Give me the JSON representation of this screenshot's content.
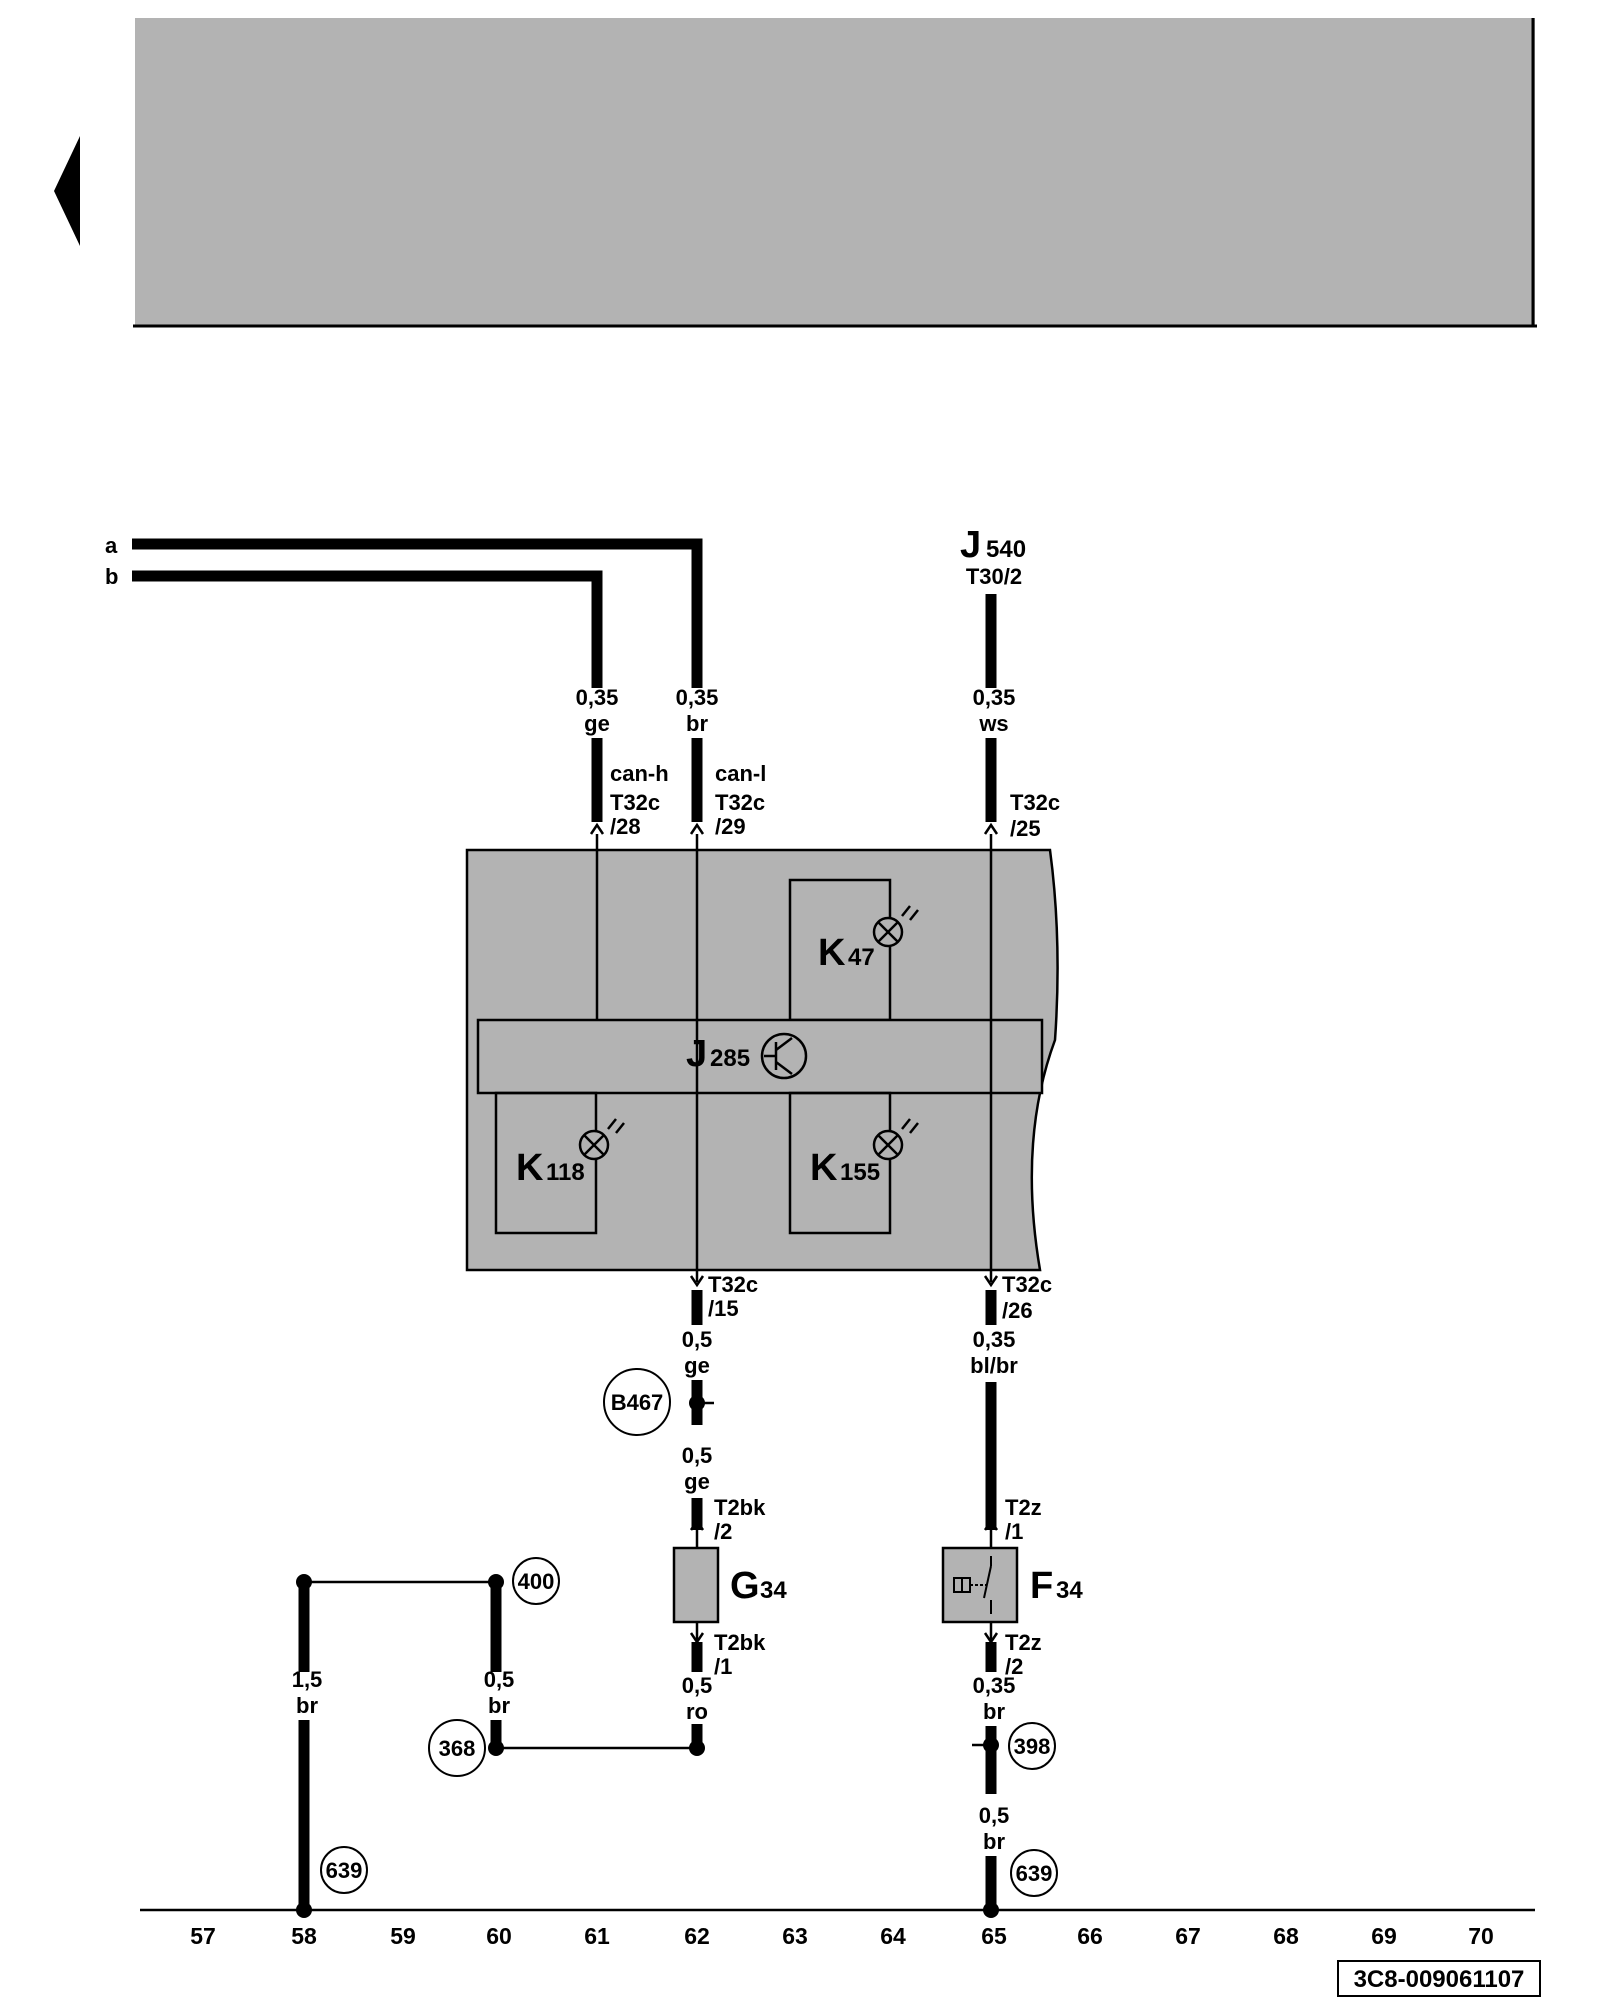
{
  "signals": {
    "a": "a",
    "b": "b"
  },
  "supply": {
    "module": "J",
    "module_sub": "540",
    "pin": "T30/2"
  },
  "wires": {
    "ge_top_size": "0,35",
    "ge_top_color": "ge",
    "br_top_size": "0,35",
    "br_top_color": "br",
    "ws_size": "0,35",
    "ws_color": "ws",
    "ge_mid_size": "0,5",
    "ge_mid_color": "ge",
    "ge_low_size": "0,5",
    "ge_low_color": "ge",
    "blbr_size": "0,35",
    "blbr_color": "bl/br",
    "br_left_size": "1,5",
    "br_left_color": "br",
    "br_60_size": "0,5",
    "br_60_color": "br",
    "ro_size": "0,5",
    "ro_color": "ro",
    "br_f34_size": "0,35",
    "br_f34_color": "br",
    "br_bottom_size": "0,5",
    "br_bottom_color": "br"
  },
  "connectors": {
    "canh_label": "can-h",
    "canh_conn": "T32c",
    "canh_pin": "/28",
    "canl_label": "can-l",
    "canl_conn": "T32c",
    "canl_pin": "/29",
    "c25_conn": "T32c",
    "c25_pin": "/25",
    "c15_conn": "T32c",
    "c15_pin": "/15",
    "c26_conn": "T32c",
    "c26_pin": "/26",
    "t2bk2_conn": "T2bk",
    "t2bk2_pin": "/2",
    "t2bk1_conn": "T2bk",
    "t2bk1_pin": "/1",
    "t2z1_conn": "T2z",
    "t2z1_pin": "/1",
    "t2z2_conn": "T2z",
    "t2z2_pin": "/2"
  },
  "components": {
    "j285": {
      "letter": "J",
      "sub": "285"
    },
    "k47": {
      "letter": "K",
      "sub": "47"
    },
    "k118": {
      "letter": "K",
      "sub": "118"
    },
    "k155": {
      "letter": "K",
      "sub": "155"
    },
    "g34": {
      "letter": "G",
      "sub": "34"
    },
    "f34": {
      "letter": "F",
      "sub": "34"
    }
  },
  "circled_refs": {
    "b467": "B467",
    "r400": "400",
    "r368": "368",
    "r398": "398",
    "r639a": "639",
    "r639b": "639"
  },
  "axis_ticks": [
    "57",
    "58",
    "59",
    "60",
    "61",
    "62",
    "63",
    "64",
    "65",
    "66",
    "67",
    "68",
    "69",
    "70"
  ],
  "diagram_code": "3C8-009061107",
  "colors": {
    "header_fill": "#b3b3b3",
    "module_fill": "#b3b3b3",
    "wire": "#000000"
  }
}
